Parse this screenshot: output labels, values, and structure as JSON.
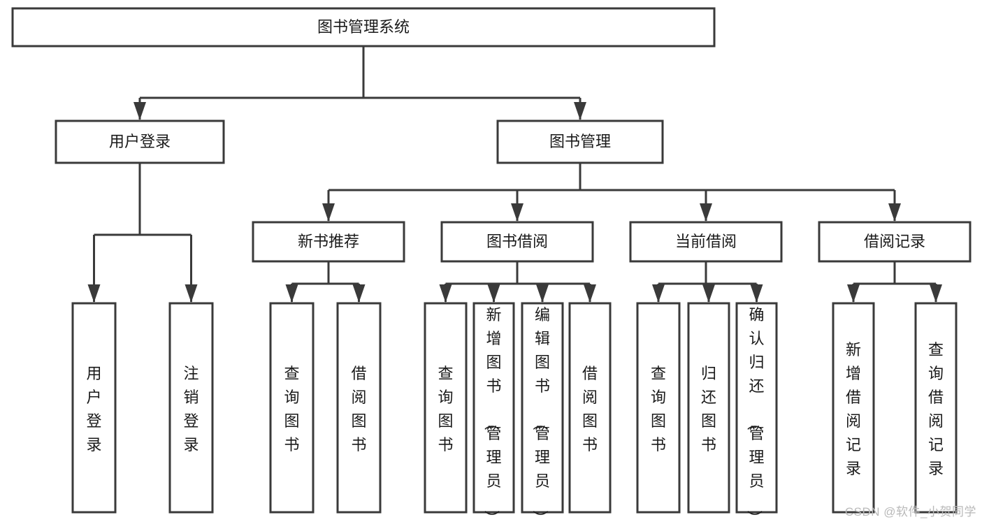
{
  "diagram": {
    "type": "tree-hierarchy",
    "title": "图书管理系统",
    "root": {
      "id": "root",
      "label": "图书管理系统",
      "orientation": "horizontal"
    },
    "level2": [
      {
        "id": "user-login",
        "label": "用户登录",
        "orientation": "horizontal"
      },
      {
        "id": "book-manage",
        "label": "图书管理",
        "orientation": "horizontal"
      }
    ],
    "level3": [
      {
        "id": "new-book-recommend",
        "label": "新书推荐",
        "parent": "book-manage",
        "orientation": "horizontal"
      },
      {
        "id": "book-borrow",
        "label": "图书借阅",
        "parent": "book-manage",
        "orientation": "horizontal"
      },
      {
        "id": "current-borrow",
        "label": "当前借阅",
        "parent": "book-manage",
        "orientation": "horizontal"
      },
      {
        "id": "borrow-record",
        "label": "借阅记录",
        "parent": "book-manage",
        "orientation": "horizontal"
      }
    ],
    "leaves": [
      {
        "id": "leaf-user-login",
        "label": "用户登录",
        "parent": "user-login",
        "orientation": "vertical"
      },
      {
        "id": "leaf-logout-login",
        "label": "注销登录",
        "parent": "user-login",
        "orientation": "vertical"
      },
      {
        "id": "leaf-query-book-1",
        "label": "查询图书",
        "parent": "new-book-recommend",
        "orientation": "vertical"
      },
      {
        "id": "leaf-borrow-book-1",
        "label": "借阅图书",
        "parent": "new-book-recommend",
        "orientation": "vertical"
      },
      {
        "id": "leaf-query-book-2",
        "label": "查询图书",
        "parent": "book-borrow",
        "orientation": "vertical"
      },
      {
        "id": "leaf-add-book",
        "label": "新增图书（管理员）",
        "parent": "book-borrow",
        "orientation": "vertical"
      },
      {
        "id": "leaf-edit-book",
        "label": "编辑图书（管理员）",
        "parent": "book-borrow",
        "orientation": "vertical"
      },
      {
        "id": "leaf-borrow-book-2",
        "label": "借阅图书",
        "parent": "book-borrow",
        "orientation": "vertical"
      },
      {
        "id": "leaf-query-book-3",
        "label": "查询图书",
        "parent": "current-borrow",
        "orientation": "vertical"
      },
      {
        "id": "leaf-return-book",
        "label": "归还图书",
        "parent": "current-borrow",
        "orientation": "vertical"
      },
      {
        "id": "leaf-confirm-return",
        "label": "确认归还（管理员）",
        "parent": "current-borrow",
        "orientation": "vertical"
      },
      {
        "id": "leaf-add-record",
        "label": "新增借阅记录",
        "parent": "borrow-record",
        "orientation": "vertical"
      },
      {
        "id": "leaf-query-record",
        "label": "查询借阅记录",
        "parent": "borrow-record",
        "orientation": "vertical"
      }
    ],
    "colors": {
      "box_fill": "#ffffff",
      "box_stroke": "#3a3a3a",
      "connector": "#3a3a3a",
      "text": "#1a1a1a",
      "background": "#ffffff",
      "watermark": "#b9b9b9"
    }
  },
  "watermark": {
    "text": "CSDN @软件_小贺同学"
  }
}
